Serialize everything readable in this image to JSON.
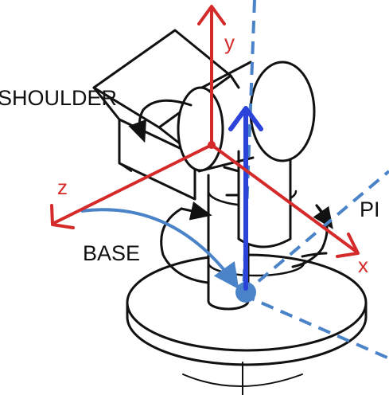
{
  "labels": {
    "shoulder": "SHOULDER",
    "base": "BASE",
    "pitch_partial": "PI",
    "axis_x": "x",
    "axis_y": "y",
    "axis_z": "z"
  },
  "colors": {
    "frame_axes": "#d42a2a",
    "up_vector": "#2b43d8",
    "dashed_axes": "#4a83c8",
    "line_art": "#111111",
    "background": "#ffffff"
  }
}
